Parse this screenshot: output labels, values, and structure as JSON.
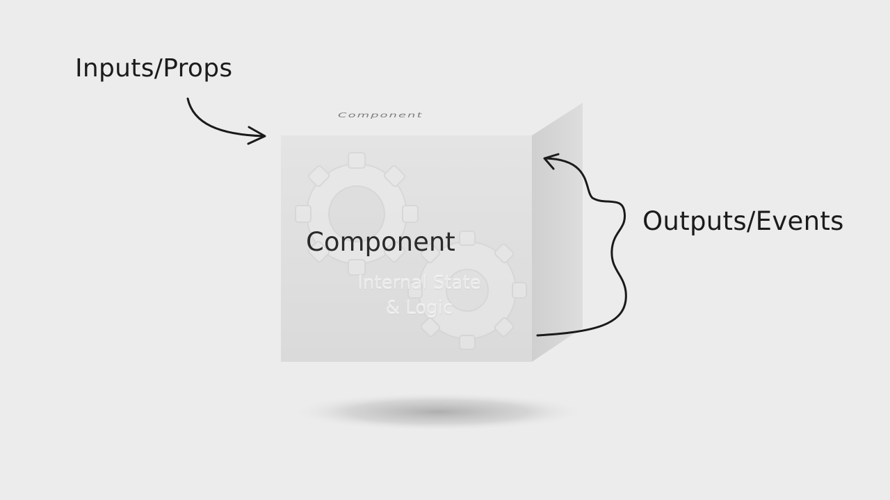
{
  "diagram": {
    "input_label": "Inputs/Props",
    "output_label": "Outputs/Events",
    "component_top_label": "Component",
    "component_front_label": "Component",
    "internal_line1": "Internal State",
    "internal_line2": "& Logic"
  },
  "colors": {
    "background": "#ececec",
    "cube_front": "#dfdfdf",
    "cube_side": "#d4d4d4",
    "cube_top": "#e9e9e9",
    "arrow": "#1a1a1a"
  },
  "icons": [
    "gear-icon",
    "arrow-icon"
  ]
}
